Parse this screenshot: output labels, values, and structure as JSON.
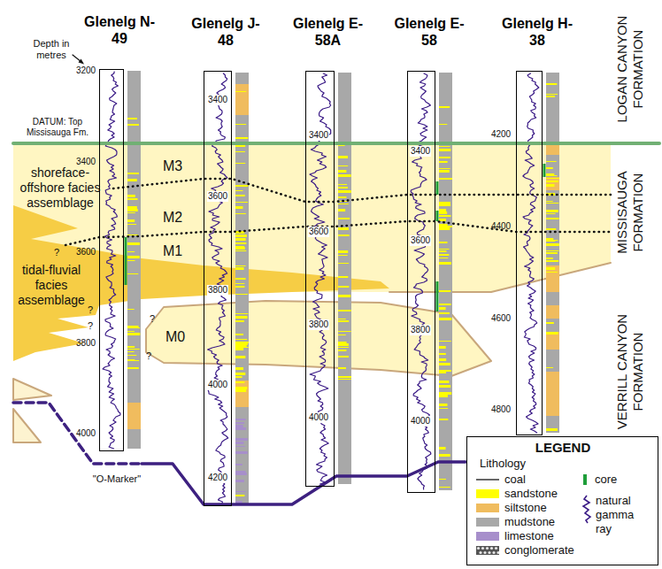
{
  "diagram": {
    "nodes": [
      {
        "text": [
          "Glenelg N-49"
        ]
      },
      {
        "text": [
          "Glenelg J-48"
        ]
      },
      {
        "text": [
          "Glenelg E-58A"
        ]
      },
      {
        "text": [
          "Glenelg E-58"
        ]
      },
      {
        "text": [
          "Glenelg H-38"
        ]
      }
    ],
    "labels": [
      "Depth in metres",
      "3200",
      "3400",
      "3600",
      "3800",
      "4000",
      "3400",
      "3600",
      "3800",
      "4000",
      "4200",
      "3400",
      "3600",
      "3800",
      "4000",
      "3400",
      "3600",
      "3800",
      "4000",
      "4200",
      "4400",
      "4600",
      "4800",
      "DATUM: Top Missisauga Fm.",
      "shoreface-offshore facies assemblage",
      "M3",
      "M2",
      "M1",
      "M0",
      "tidal-fluvial facies assemblage",
      "?",
      "?",
      "?",
      "?",
      "?",
      "\"O-Marker\"",
      "LOGAN CANYON FORMATION",
      "MISSISAUGA FORMATION",
      "VERRILL CANYON FORMATION",
      "LEGEND",
      "Lithology"
    ],
    "legend": [
      {
        "text": "coal"
      },
      {
        "text": "sandstone",
        "color": "#ffff00"
      },
      {
        "text": "siltstone",
        "color": "#f0bc5e"
      },
      {
        "text": "mudstone",
        "color": "#a8a8a8"
      },
      {
        "text": "limestone",
        "color": "#a78fcb"
      },
      {
        "text": "conglomerate"
      },
      {
        "text": "core"
      },
      {
        "text": "natural gamma ray"
      }
    ]
  }
}
